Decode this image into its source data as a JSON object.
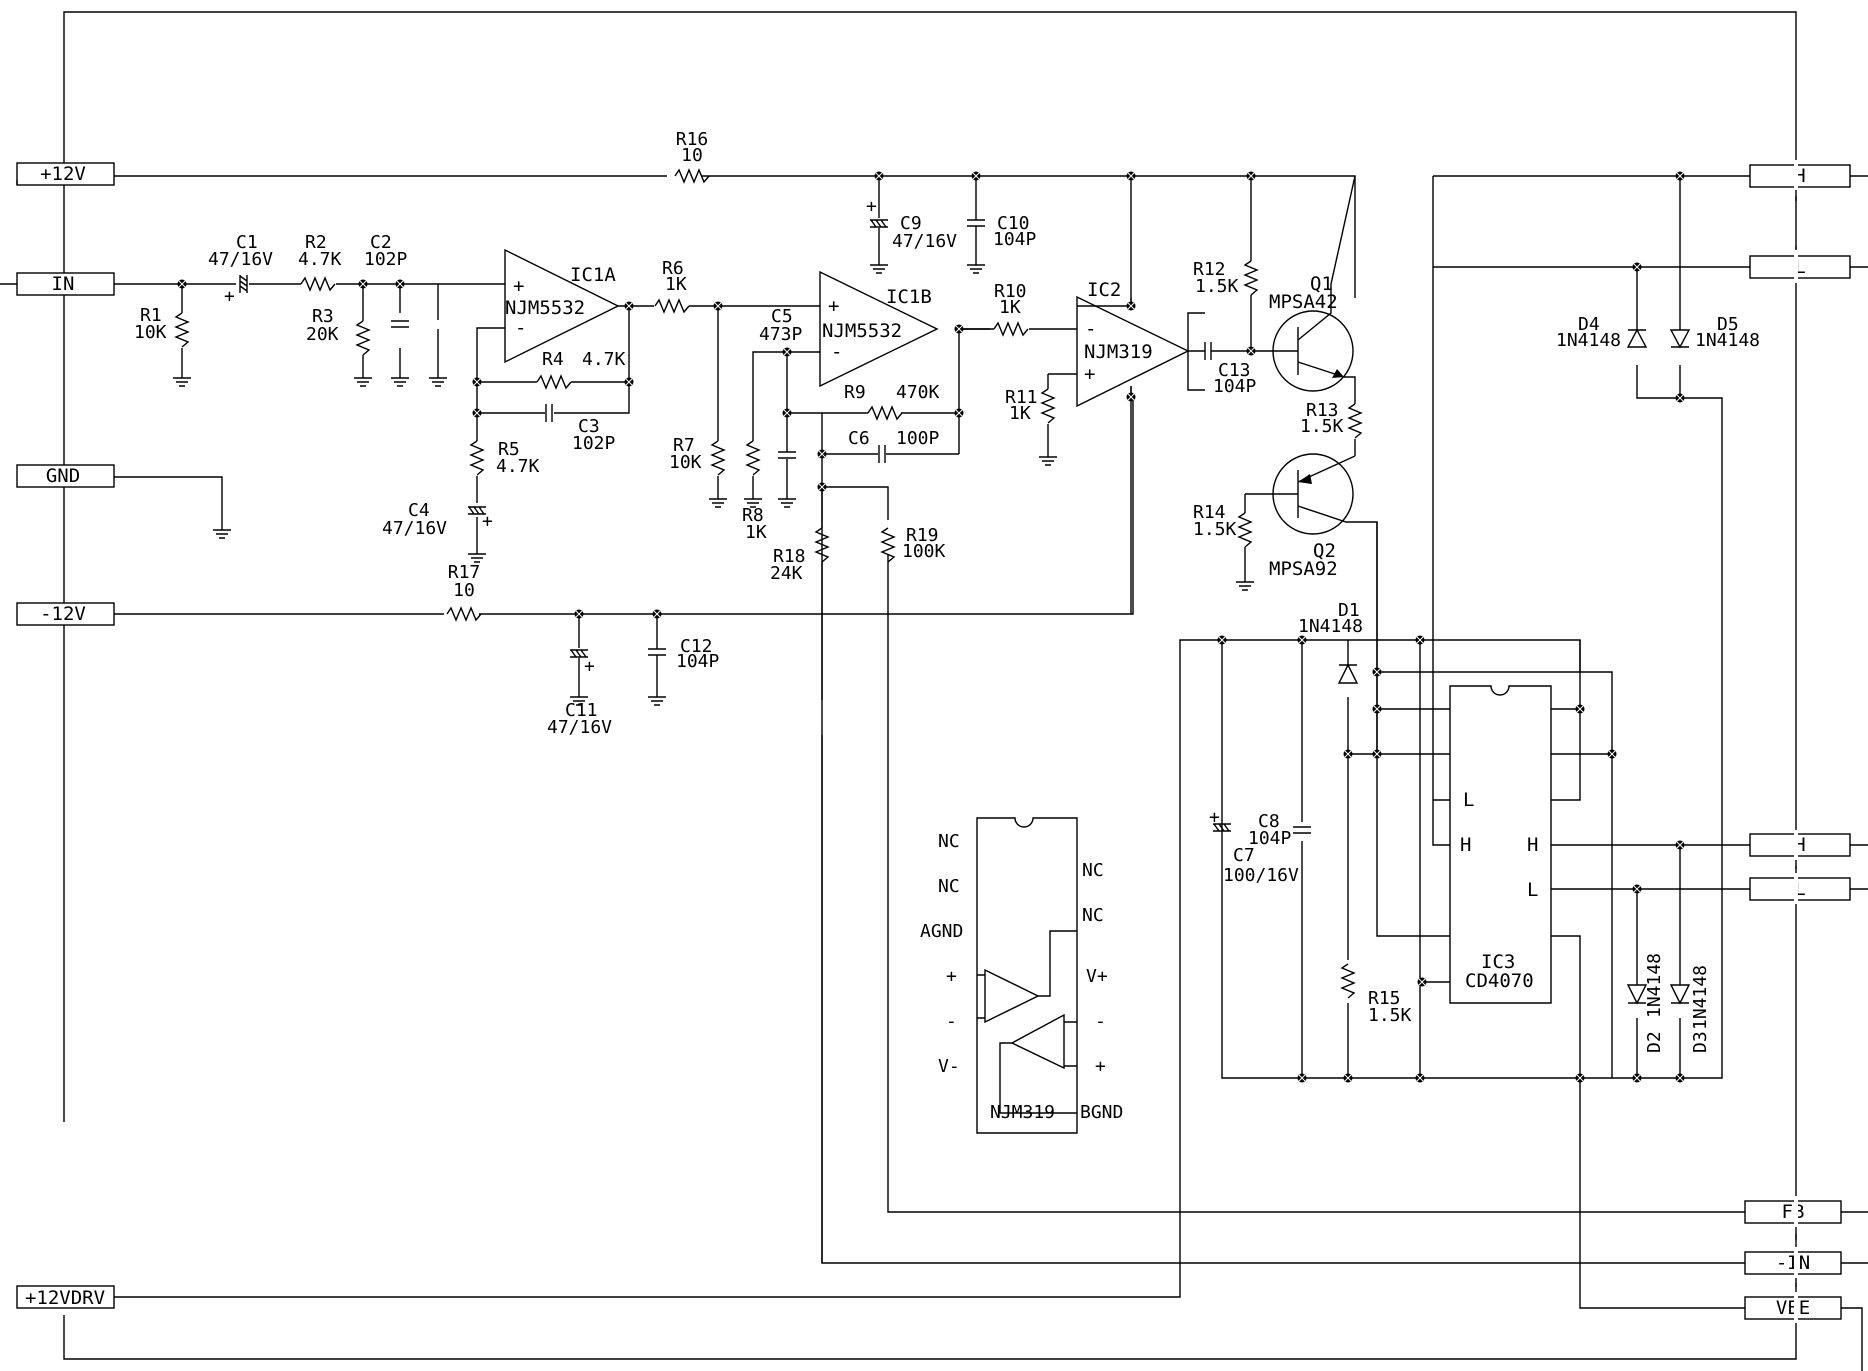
{
  "ports": {
    "p12v": "+12V",
    "in": "IN",
    "gnd": "GND",
    "m12v": "-12V",
    "p12vdrv": "+12VDRV",
    "h1": "H",
    "l1": "L",
    "h2": "H",
    "l2": "L",
    "fb": "FB",
    "nin": "-IN",
    "vee": "VEE"
  },
  "parts": {
    "r1": {
      "ref": "R1",
      "val": "10K"
    },
    "c1": {
      "ref": "C1",
      "val": "47/16V"
    },
    "r2": {
      "ref": "R2",
      "val": "4.7K"
    },
    "c2": {
      "ref": "C2",
      "val": "102P"
    },
    "r3": {
      "ref": "R3",
      "val": "20K"
    },
    "ic1a": {
      "ref": "IC1A",
      "val": "NJM5532"
    },
    "r4": {
      "ref": "R4",
      "val": "4.7K"
    },
    "c3": {
      "ref": "C3",
      "val": "102P"
    },
    "r5": {
      "ref": "R5",
      "val": "4.7K"
    },
    "c4": {
      "ref": "C4",
      "val": "47/16V"
    },
    "r16": {
      "ref": "R16",
      "val": "10"
    },
    "r17": {
      "ref": "R17",
      "val": "10"
    },
    "r6": {
      "ref": "R6",
      "val": "1K"
    },
    "c5": {
      "ref": "C5",
      "val": "473P"
    },
    "ic1b": {
      "ref": "IC1B",
      "val": "NJM5532"
    },
    "r7": {
      "ref": "R7",
      "val": "10K"
    },
    "r8": {
      "ref": "R8",
      "val": "1K"
    },
    "r9": {
      "ref": "R9",
      "val": "470K"
    },
    "c6": {
      "ref": "C6",
      "val": "100P"
    },
    "r18": {
      "ref": "R18",
      "val": "24K"
    },
    "r19": {
      "ref": "R19",
      "val": "100K"
    },
    "c9": {
      "ref": "C9",
      "val": "47/16V"
    },
    "c10": {
      "ref": "C10",
      "val": "104P"
    },
    "c11": {
      "ref": "C11",
      "val": "47/16V"
    },
    "c12": {
      "ref": "C12",
      "val": "104P"
    },
    "r10": {
      "ref": "R10",
      "val": "1K"
    },
    "ic2": {
      "ref": "IC2",
      "val": "NJM319"
    },
    "r11": {
      "ref": "R11",
      "val": "1K"
    },
    "r12": {
      "ref": "R12",
      "val": "1.5K"
    },
    "c13": {
      "ref": "C13",
      "val": "104P"
    },
    "q1": {
      "ref": "Q1",
      "val": "MPSA42"
    },
    "r13": {
      "ref": "R13",
      "val": "1.5K"
    },
    "r14": {
      "ref": "R14",
      "val": "1.5K"
    },
    "q2": {
      "ref": "Q2",
      "val": "MPSA92"
    },
    "d1": {
      "ref": "D1",
      "val": "1N4148"
    },
    "c7": {
      "ref": "C7",
      "val": "100/16V"
    },
    "c8": {
      "ref": "C8",
      "val": "104P"
    },
    "r15": {
      "ref": "R15",
      "val": "1.5K"
    },
    "ic3": {
      "ref": "IC3",
      "val": "CD4070"
    },
    "d2": {
      "ref": "D2",
      "val": "1N4148"
    },
    "d3": {
      "ref": "D3",
      "val": "1N4148"
    },
    "d4": {
      "ref": "D4",
      "val": "1N4148"
    },
    "d5": {
      "ref": "D5",
      "val": "1N4148"
    }
  },
  "opamp": {
    "plus": "+",
    "minus": "-"
  },
  "ic3_pins": {
    "l1": "L",
    "h1": "H",
    "h2": "H",
    "l2": "L"
  },
  "pinout": {
    "left": [
      "NC",
      "NC",
      "AGND",
      "+",
      "-",
      "V-"
    ],
    "right": [
      "NC",
      "NC",
      "V+",
      "-",
      "+",
      "BGND"
    ],
    "name": "NJM319"
  }
}
